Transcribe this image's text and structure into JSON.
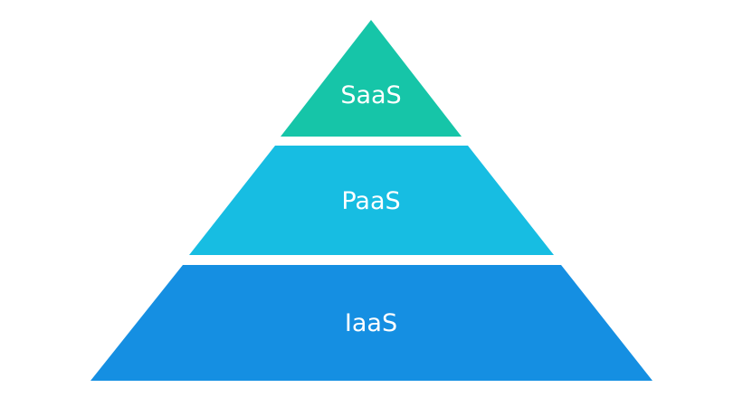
{
  "diagram": {
    "tiers": [
      {
        "label": "SaaS",
        "color": "#16c5a8"
      },
      {
        "label": "PaaS",
        "color": "#17bde2"
      },
      {
        "label": "IaaS",
        "color": "#158fe2"
      }
    ],
    "background": "#ffffff"
  }
}
